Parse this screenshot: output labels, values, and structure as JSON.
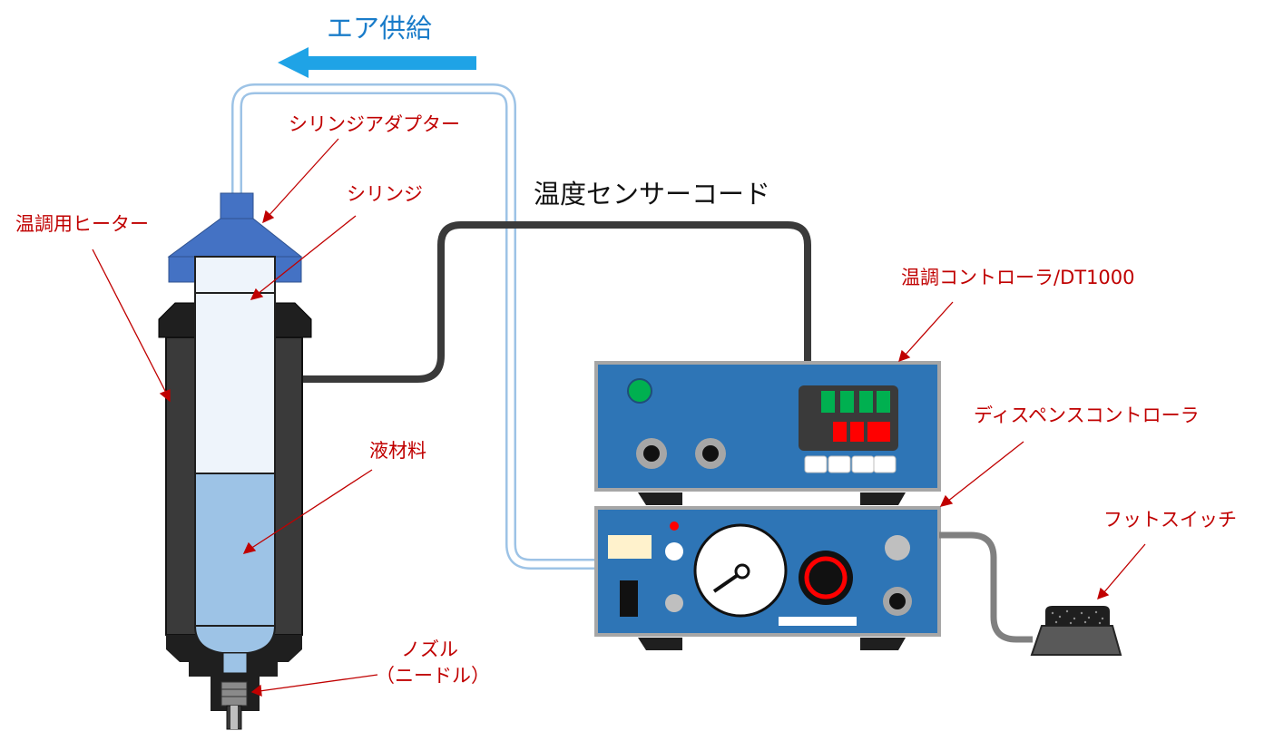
{
  "labels": {
    "air_supply": "エア供給",
    "syringe_adapter": "シリンジアダプター",
    "syringe": "シリンジ",
    "heater": "温調用ヒーター",
    "temp_sensor_cord": "温度センサーコード",
    "temp_controller": "温調コントローラ/DT1000",
    "dispense_controller": "ディスペンスコントローラ",
    "foot_switch": "フットスイッチ",
    "liquid_material": "液材料",
    "nozzle": "ノズル",
    "needle": "（ニードル）"
  },
  "colors": {
    "annotation": "#c00000",
    "air_arrow": "#1fa3e6",
    "controller_body": "#2e75b6",
    "heater_body": "#3a3a3a",
    "syringe_body": "#eef4fb",
    "liquid": "#9dc3e6",
    "adapter": "#4472c4",
    "green_display": "#00b050",
    "red_display": "#ff0000"
  }
}
